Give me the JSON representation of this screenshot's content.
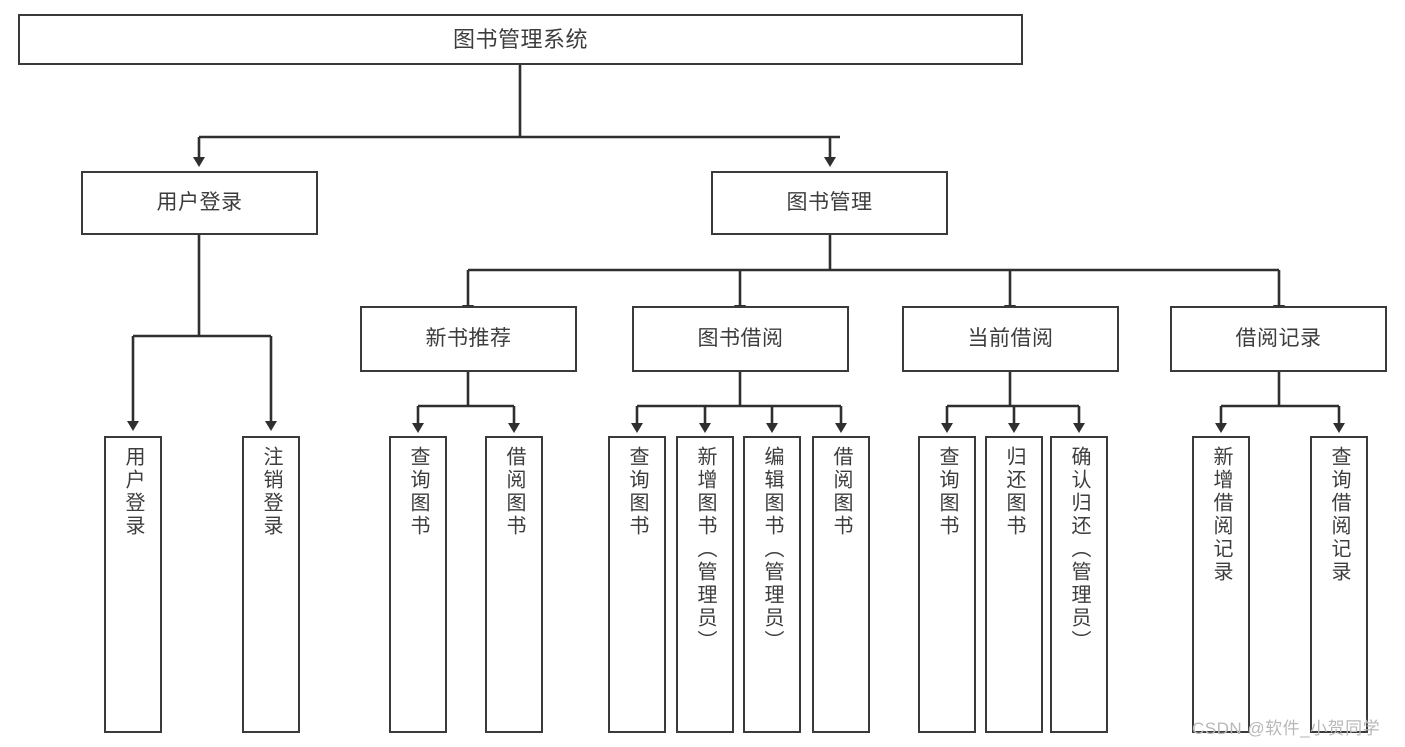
{
  "diagram": {
    "title": "图书管理系统",
    "background_color": "#ffffff",
    "line_color": "#3a3a3a",
    "text_color": "#3d3d3d",
    "nodes": {
      "root": {
        "label": "图书管理系统"
      },
      "level1": [
        {
          "label": "用户登录"
        },
        {
          "label": "图书管理"
        }
      ],
      "level2": [
        {
          "label": "新书推荐"
        },
        {
          "label": "图书借阅"
        },
        {
          "label": "当前借阅"
        },
        {
          "label": "借阅记录"
        }
      ],
      "leaves_user_login": [
        {
          "label": "用户登录"
        },
        {
          "label": "注销登录"
        }
      ],
      "leaves_new_books": [
        {
          "label": "查询图书"
        },
        {
          "label": "借阅图书"
        }
      ],
      "leaves_borrow": [
        {
          "label": "查询图书"
        },
        {
          "label": "新增图书（管理员）"
        },
        {
          "label": "编辑图书（管理员）"
        },
        {
          "label": "借阅图书"
        }
      ],
      "leaves_current": [
        {
          "label": "查询图书"
        },
        {
          "label": "归还图书"
        },
        {
          "label": "确认归还（管理员）"
        }
      ],
      "leaves_records": [
        {
          "label": "新增借阅记录"
        },
        {
          "label": "查询借阅记录"
        }
      ]
    },
    "watermark": "CSDN @软件_小贺同学"
  }
}
